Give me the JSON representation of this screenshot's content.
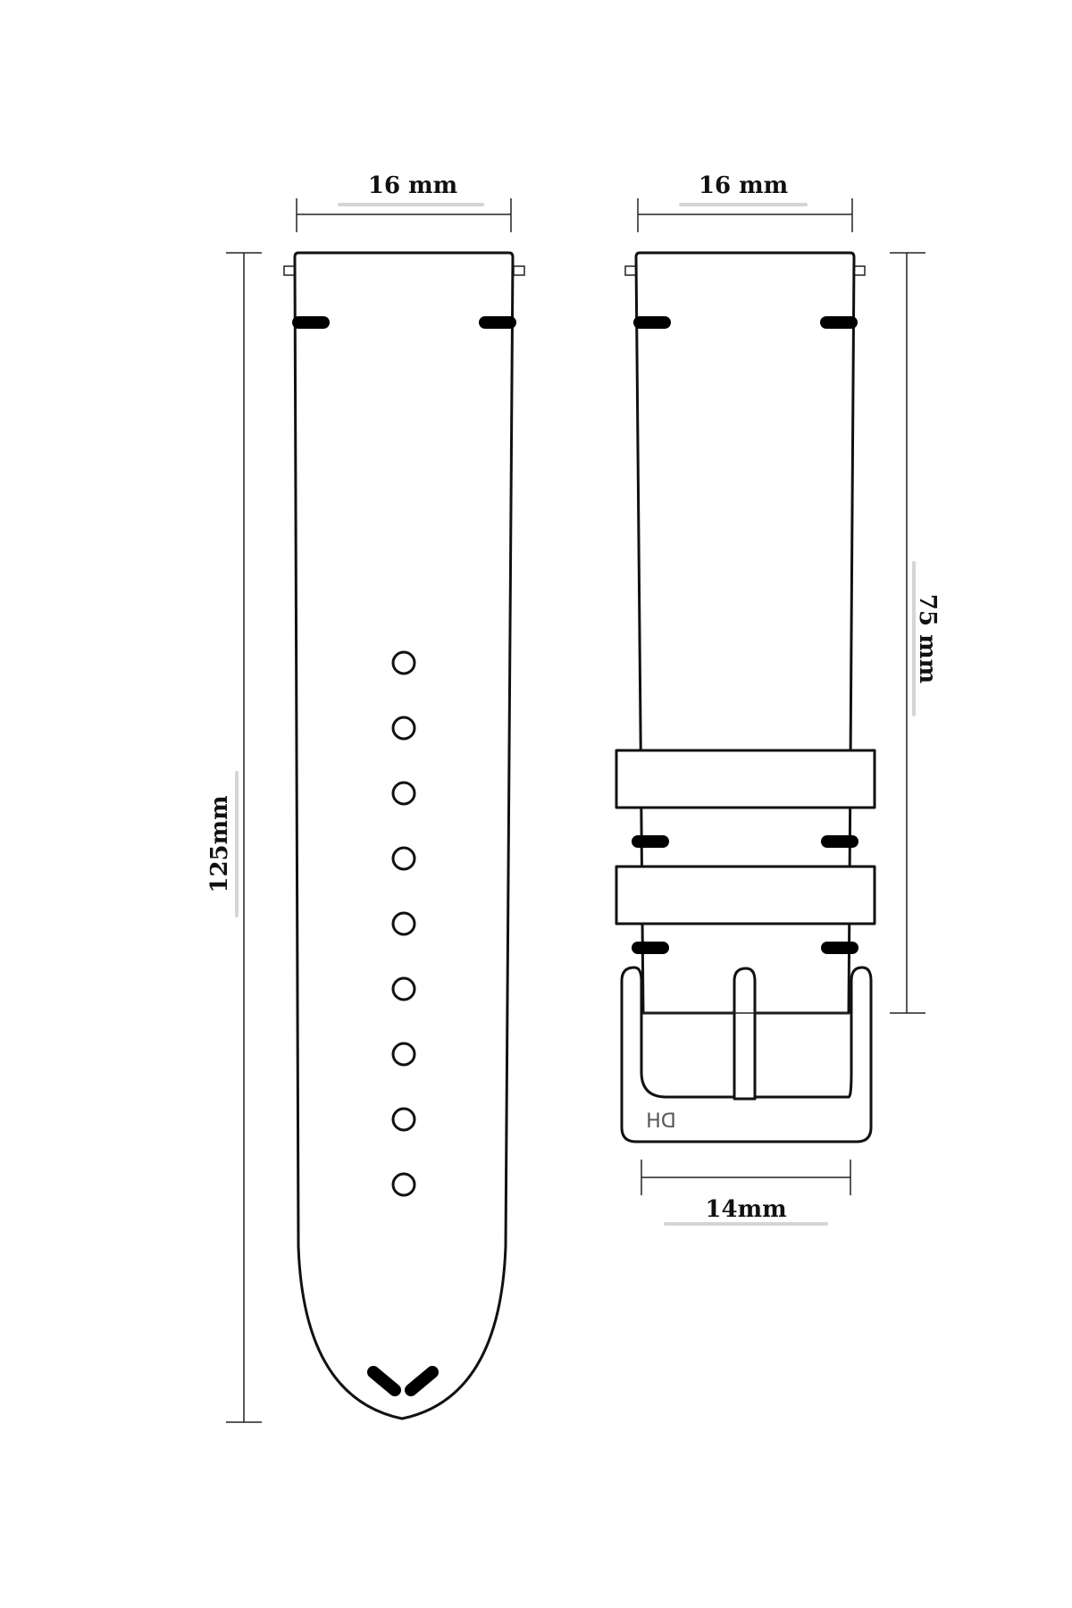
{
  "dimensions": {
    "long_width": "16 mm",
    "short_width": "16 mm",
    "long_length": "125mm",
    "short_length": "75 mm",
    "buckle_width": "14mm"
  },
  "buckle": {
    "logo": "DH"
  },
  "strap": {
    "hole_count": 9
  }
}
